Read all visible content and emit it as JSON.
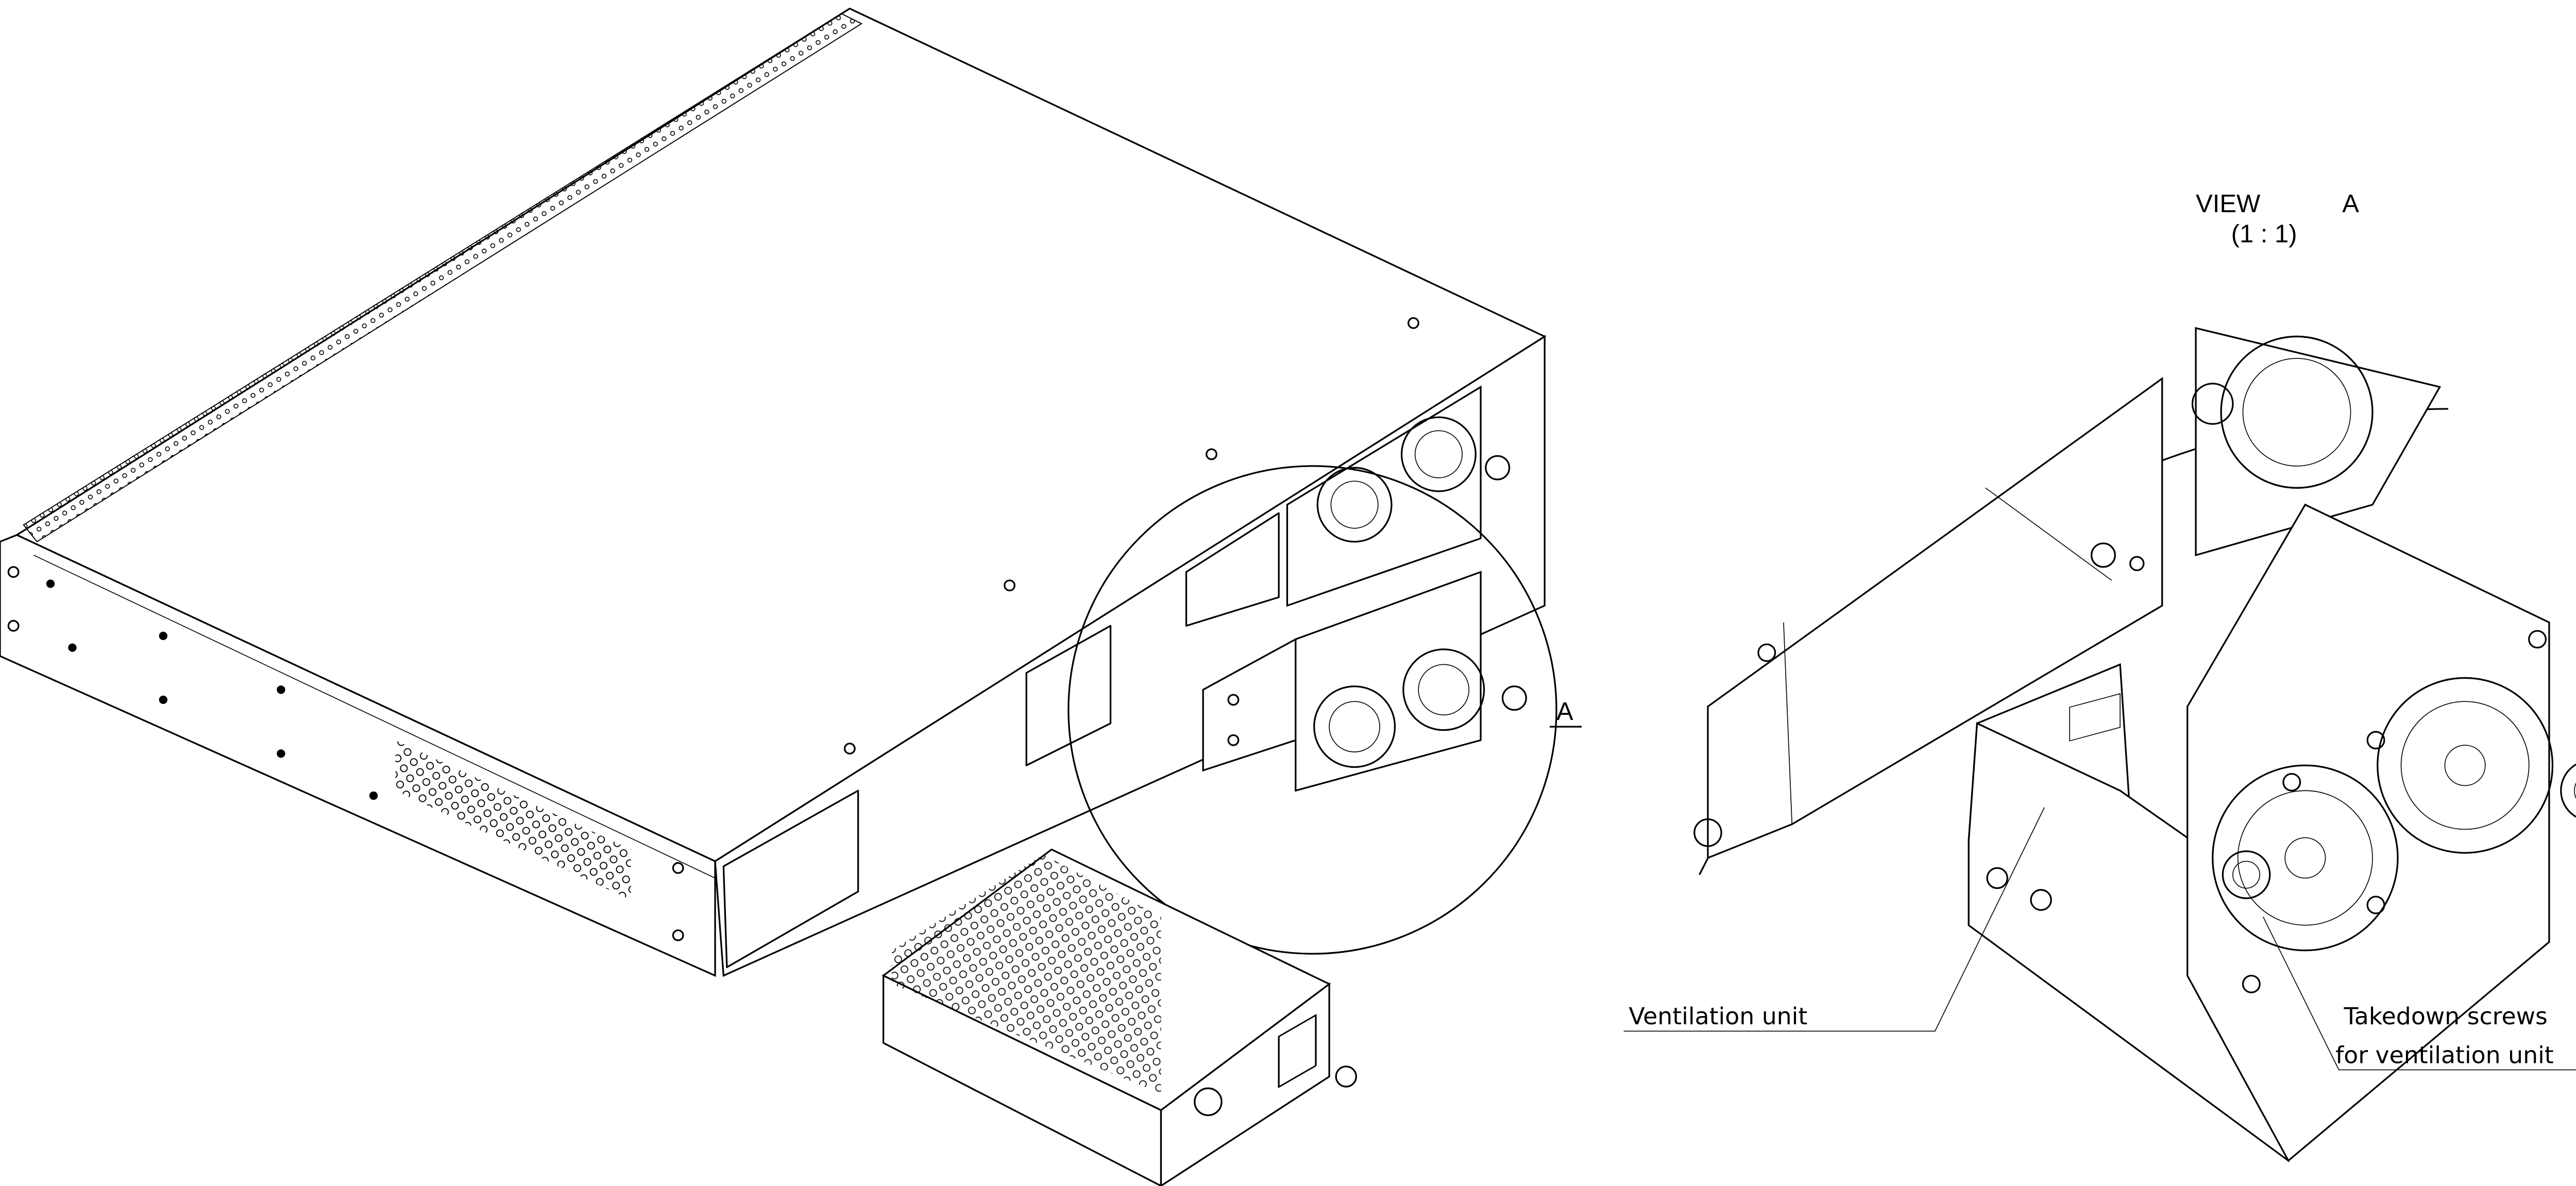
{
  "view": {
    "title": "VIEW",
    "letter": "A",
    "scale": "(1 : 1)"
  },
  "callout": {
    "letter": "A"
  },
  "labels": {
    "ventilation_unit": "Ventilation unit",
    "takedown_line1": "Takedown screws",
    "takedown_line2": "for ventilation unit"
  },
  "colors": {
    "line": "#000000",
    "background": "#ffffff"
  }
}
